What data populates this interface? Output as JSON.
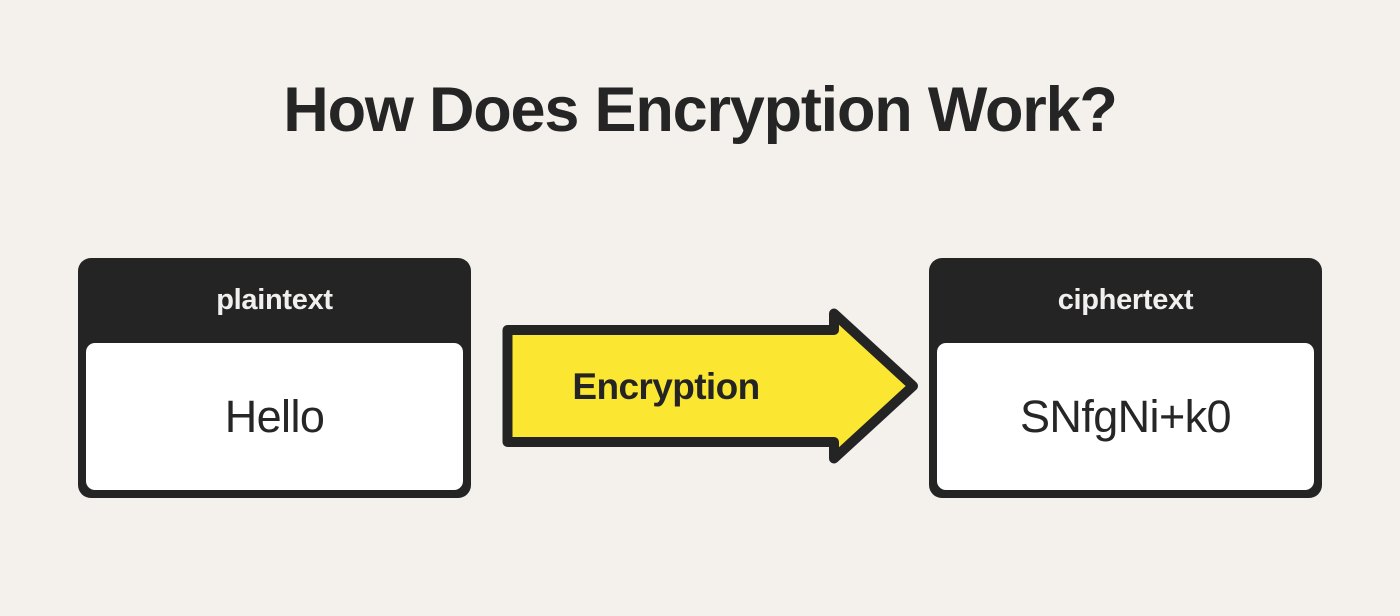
{
  "page": {
    "title": "How Does Encryption Work?",
    "background_color": "#f4f0ec",
    "ink_color": "#242424",
    "accent_color": "#fbe731"
  },
  "diagram": {
    "type": "process-flow",
    "input_box": {
      "header": "plaintext",
      "value": "Hello",
      "header_bg": "#242424",
      "header_text_color": "#f2f0ee",
      "body_bg": "#ffffff",
      "body_text_color": "#262626"
    },
    "transform_arrow": {
      "label": "Encryption",
      "direction": "right",
      "fill_color": "#fbe731",
      "stroke_color": "#242424",
      "label_color": "#242424"
    },
    "output_box": {
      "header": "ciphertext",
      "value": "SNfgNi+k0",
      "header_bg": "#242424",
      "header_text_color": "#f2f0ee",
      "body_bg": "#ffffff",
      "body_text_color": "#262626"
    }
  }
}
